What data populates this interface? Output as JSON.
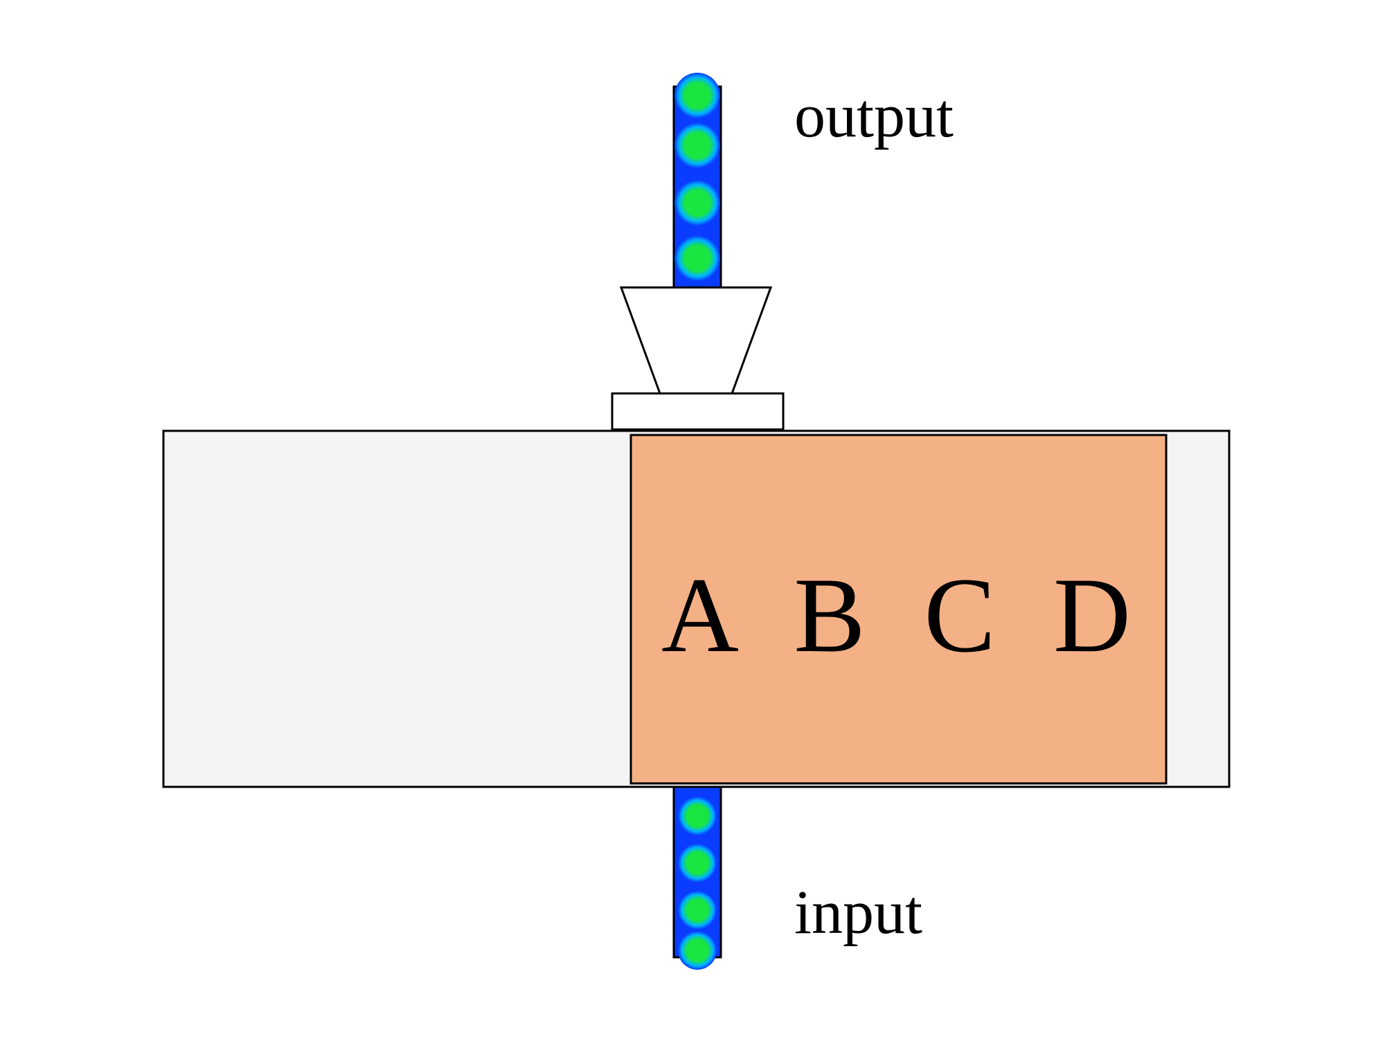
{
  "labels": {
    "output": "output",
    "input": "input"
  },
  "letters": [
    "A",
    "B",
    "C",
    "D"
  ],
  "colors": {
    "outer_box_fill": "#f4f4f4",
    "inner_box_fill": "#f4b186",
    "stroke": "#000000",
    "tube_fill": "#0a3cff",
    "particle_core": "#19e640",
    "particle_halo": "#00b4ff",
    "background": "#ffffff"
  }
}
